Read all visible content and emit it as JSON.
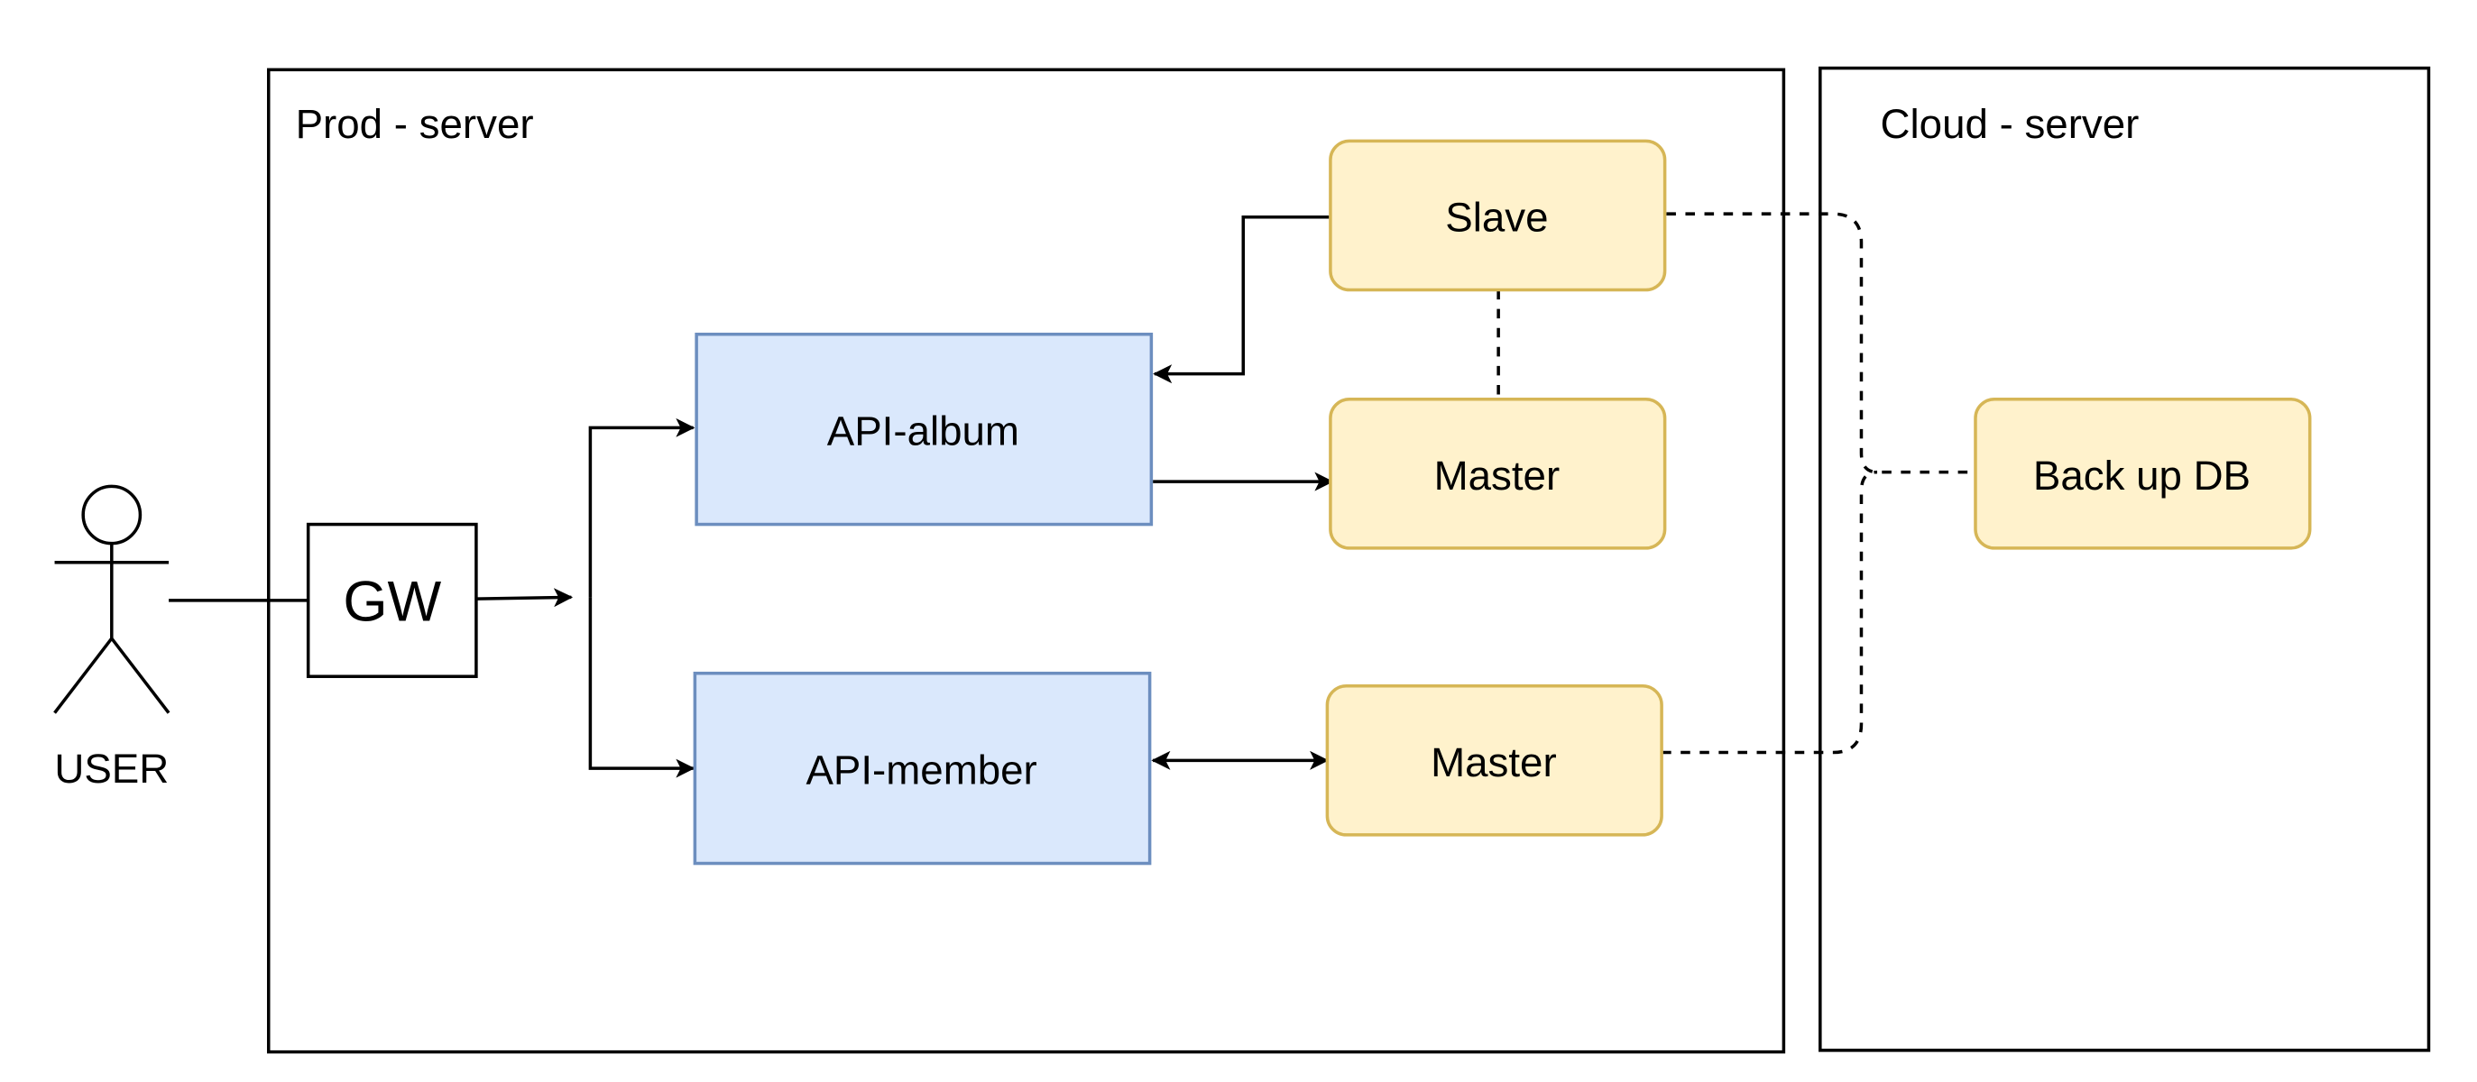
{
  "containers": {
    "prod": {
      "label": "Prod - server"
    },
    "cloud": {
      "label": "Cloud - server"
    }
  },
  "actor": {
    "label": "USER"
  },
  "gateway": {
    "label": "GW"
  },
  "services": {
    "album": {
      "label": "API-album"
    },
    "member": {
      "label": "API-member"
    }
  },
  "databases": {
    "slave": {
      "label": "Slave"
    },
    "album_master": {
      "label": "Master"
    },
    "member_master": {
      "label": "Master"
    },
    "backup": {
      "label": "Back up DB"
    }
  },
  "colors": {
    "service_fill": "#dae8fc",
    "service_stroke": "#6c8ebf",
    "db_fill": "#fff2cc",
    "db_stroke": "#d6b656",
    "line": "#000000"
  }
}
